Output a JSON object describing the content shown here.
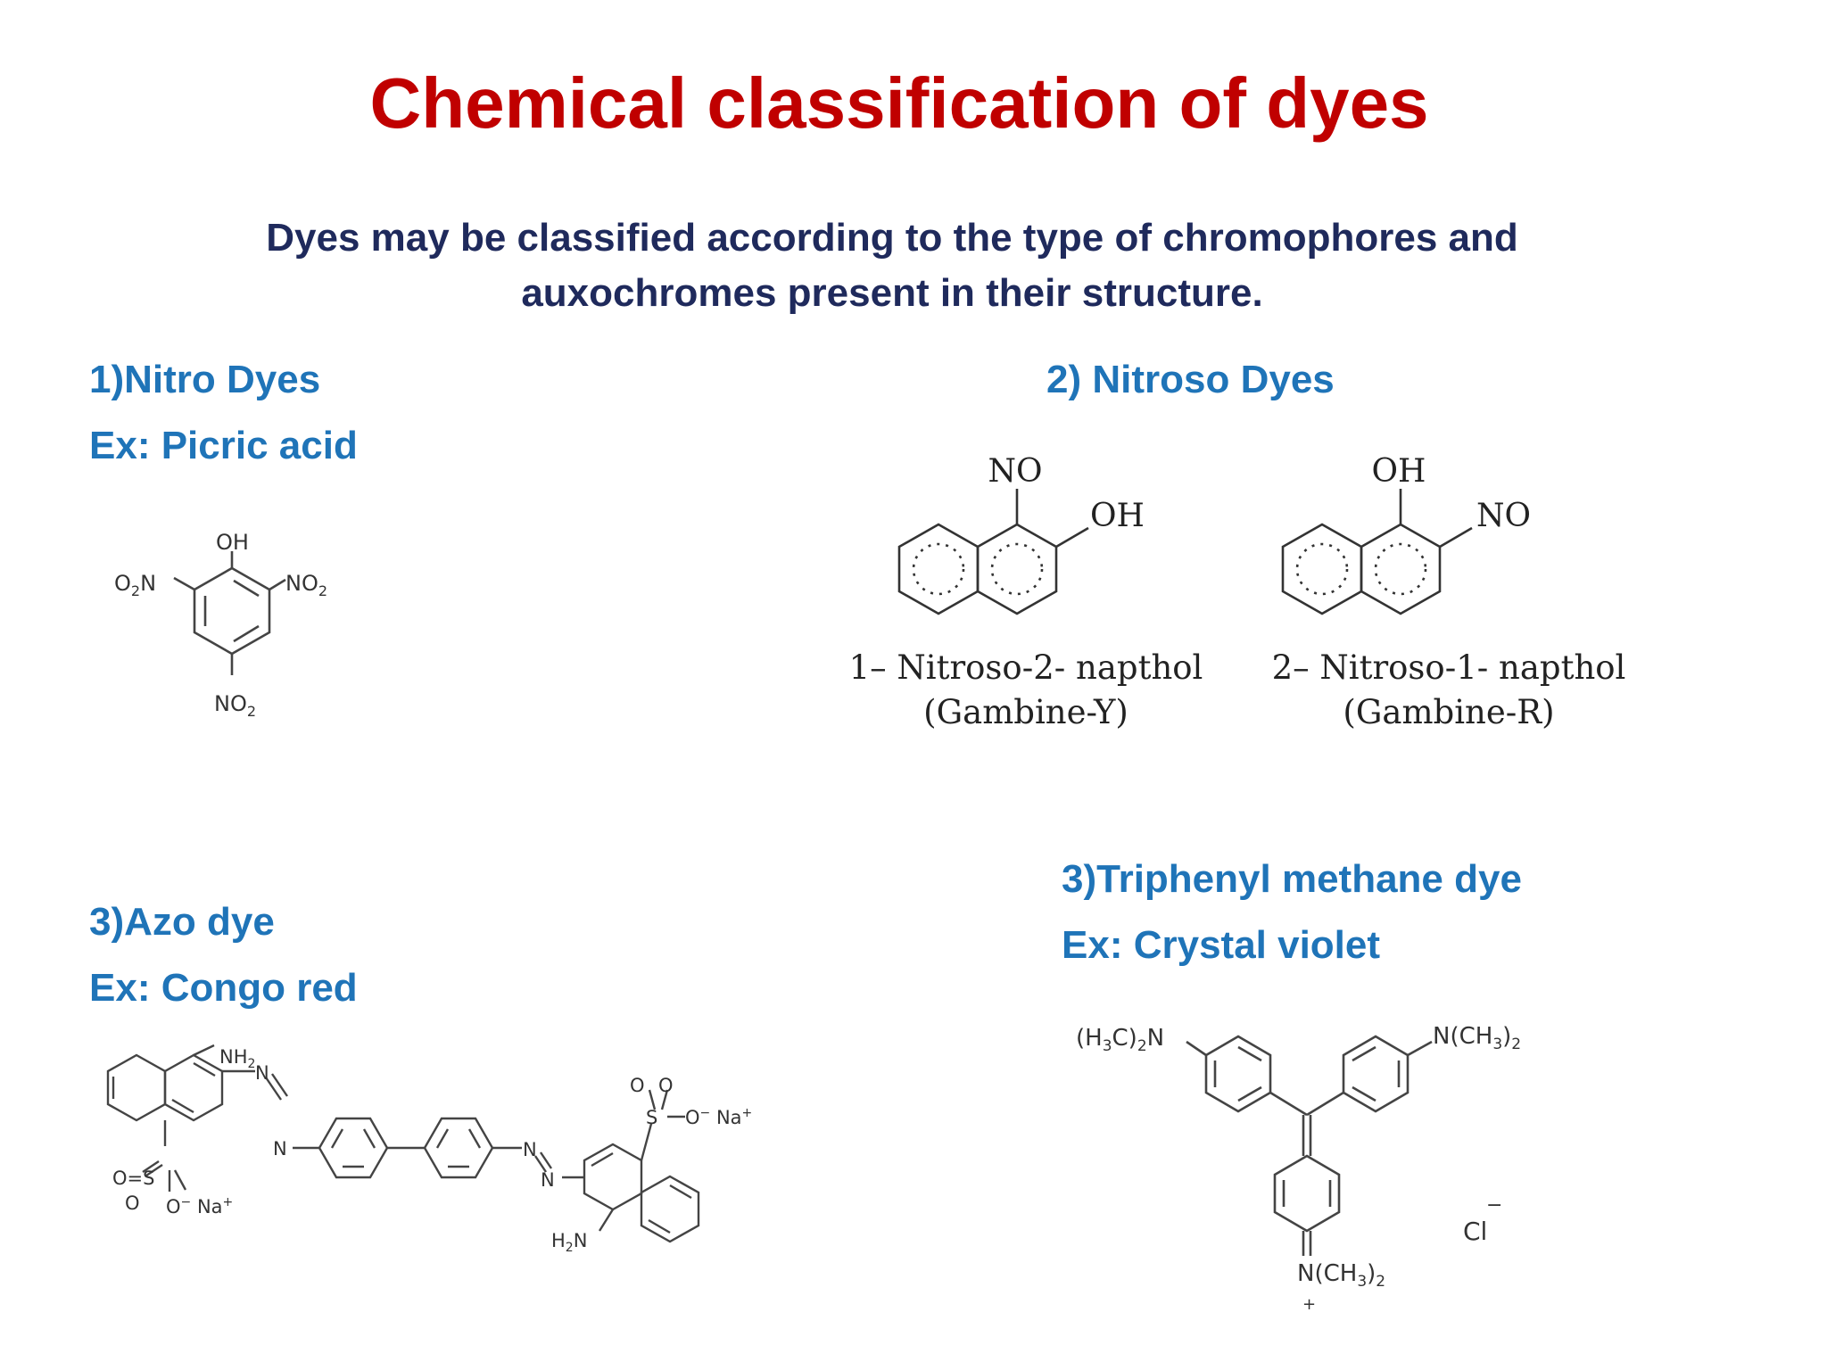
{
  "title": "Chemical classification of dyes",
  "intro": {
    "line1": "Dyes may be classified according to the type of chromophores and",
    "line2": "auxochromes present in their structure."
  },
  "sections": {
    "nitro": {
      "heading": "1)Nitro Dyes",
      "example": "Ex: Picric acid"
    },
    "nitroso": {
      "heading": "2) Nitroso Dyes",
      "compound1": {
        "name": "1– Nitroso-2- napthol",
        "alias": "(Gambine-Y)"
      },
      "compound2": {
        "name": "2– Nitroso-1- napthol",
        "alias": "(Gambine-R)"
      }
    },
    "azo": {
      "heading": "3)Azo dye",
      "example": "Ex: Congo red"
    },
    "triphenyl": {
      "heading": "3)Triphenyl methane dye",
      "example": "Ex: Crystal violet"
    }
  },
  "colors": {
    "title": "#c00000",
    "intro": "#1f2a5c",
    "headings": "#1f74b8",
    "structure": "#333333"
  }
}
